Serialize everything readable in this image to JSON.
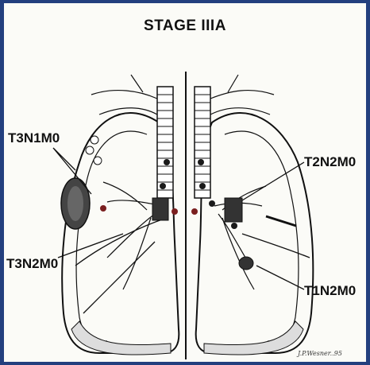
{
  "title": "STAGE IIIA",
  "labels": {
    "t3n1m0": "T3N1M0",
    "t3n2m0": "T3N2M0",
    "t2n2m0": "T2N2M0",
    "t1n2m0": "T1N2M0"
  },
  "signature": "J.P.Wesner..95",
  "colors": {
    "frame": "#233f7e",
    "background": "#fbfbf7",
    "ink": "#111111",
    "lymph_node": "#1a1a1a",
    "vessel_accent": "#7a1f1f"
  }
}
